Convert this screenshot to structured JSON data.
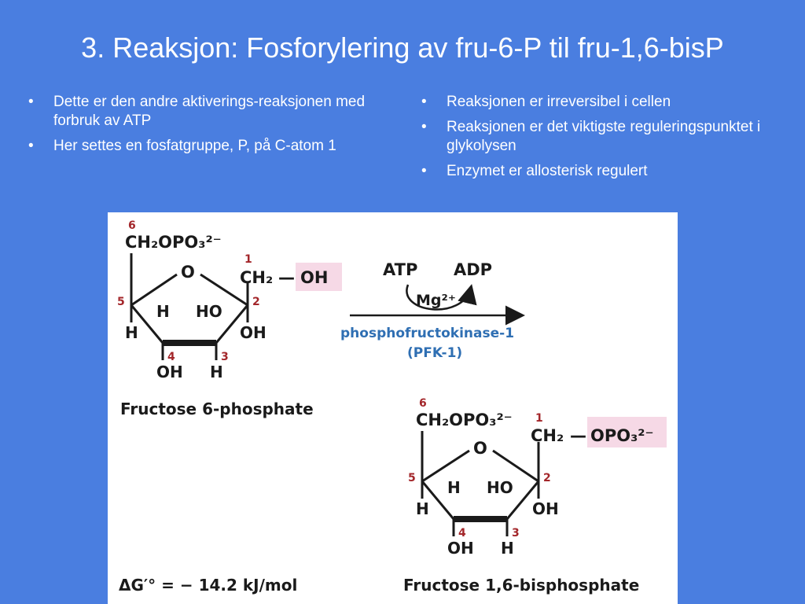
{
  "slide": {
    "title": "3. Reaksjon: Fosforylering av fru-6-P til fru-1,6-bisP",
    "left_bullets": [
      "Dette er den andre aktiverings-reaksjonen med forbruk av ATP",
      "Her settes en fosfatgruppe, P, på C-atom 1"
    ],
    "right_bullets": [
      "Reaksjonen er irreversibel i cellen",
      "Reaksjonen er det viktigste reguleringspunktet i glykolysen",
      "Enzymet er allosterisk regulert"
    ]
  },
  "figure": {
    "atoms": {
      "ch2opo3": "CH₂OPO₃²⁻",
      "ring_o": "O",
      "ch2": "CH₂",
      "dash": "—",
      "oh": "OH",
      "h": "H",
      "ho": "HO",
      "opo3": "OPO₃²⁻"
    },
    "numbers": [
      "1",
      "2",
      "3",
      "4",
      "5",
      "6"
    ],
    "reactant_name": "Fructose 6-phosphate",
    "product_name": "Fructose 1,6-bisphosphate",
    "cofactor_in": "ATP",
    "cofactor_out": "ADP",
    "metal": "Mg²⁺",
    "enzyme_name": "phosphofructokinase-1",
    "enzyme_abbrev": "(PFK-1)",
    "delta_g": "ΔG′° = − 14.2 kJ/mol",
    "highlight_color": "#f6d9e6",
    "number_color": "#a3262a",
    "enzyme_color": "#2f6fb3"
  }
}
